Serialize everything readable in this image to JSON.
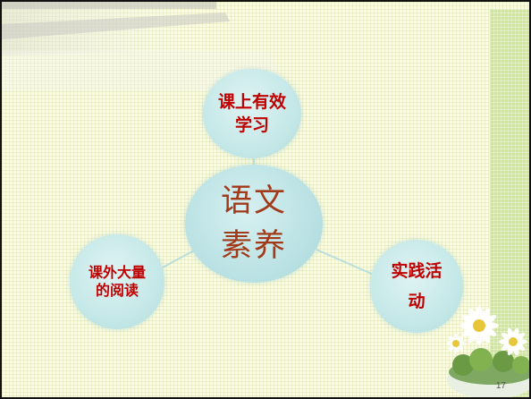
{
  "nodes": {
    "center": {
      "label": "语文素养"
    },
    "top": {
      "label": "课上有效学习"
    },
    "left": {
      "label": "课外大量的阅读"
    },
    "right": {
      "label": "实践活动"
    }
  },
  "page_number": "17",
  "colors": {
    "label_red": "#c00000",
    "center_text": "#a23a1a",
    "node_fill": "#c5e8e8",
    "background": "#fbfbe6",
    "stripe": "#cfe59a"
  },
  "icons": [
    "daisy-flowers-icon"
  ]
}
